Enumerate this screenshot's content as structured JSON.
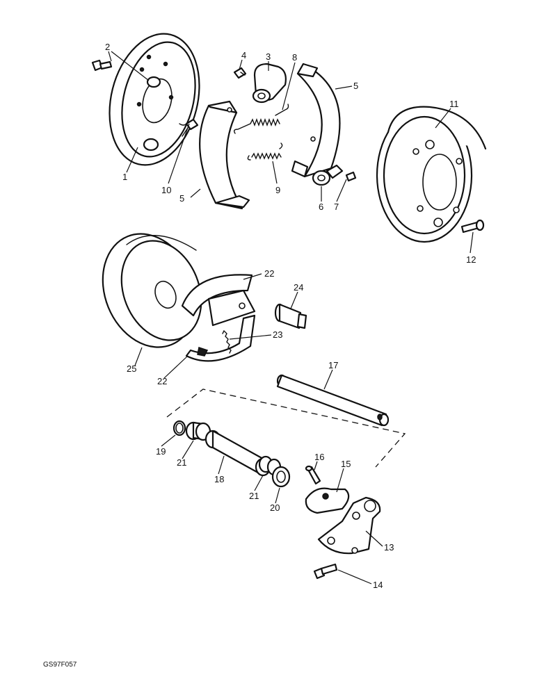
{
  "callouts": {
    "c1": "1",
    "c2": "2",
    "c3": "3",
    "c4": "4",
    "c5a": "5",
    "c5b": "5",
    "c6": "6",
    "c7": "7",
    "c8": "8",
    "c9": "9",
    "c10": "10",
    "c11": "11",
    "c12": "12",
    "c13": "13",
    "c14": "14",
    "c15": "15",
    "c16": "16",
    "c17": "17",
    "c18": "18",
    "c19": "19",
    "c20": "20",
    "c21a": "21",
    "c21b": "21",
    "c22a": "22",
    "c22b": "22",
    "c23": "23",
    "c24": "24",
    "c25": "25"
  },
  "figure_code": "GS97F057",
  "colors": {
    "ink": "#111111",
    "paper": "#ffffff"
  }
}
